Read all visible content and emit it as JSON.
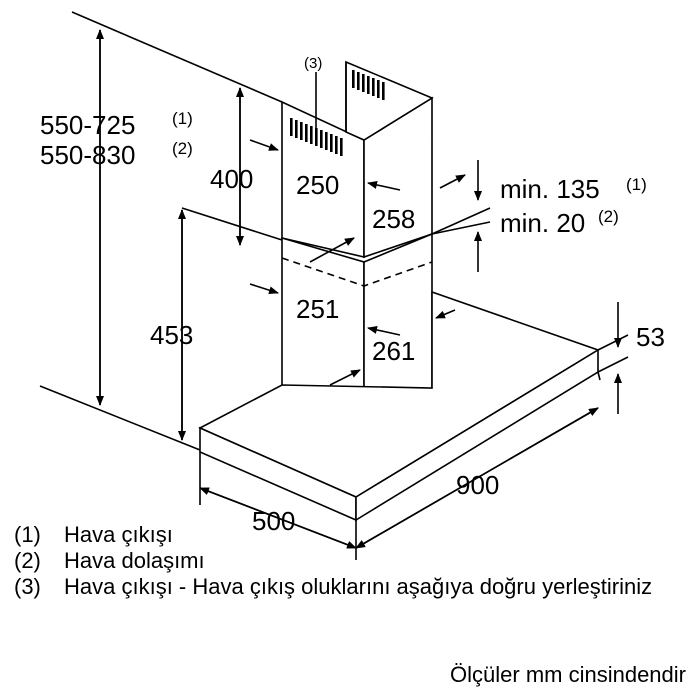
{
  "diagram": {
    "dimensions": {
      "total_height": "550-725",
      "total_height_ref": "(1)",
      "total_height_alt": "550-830",
      "total_height_alt_ref": "(2)",
      "upper_chimney": "400",
      "upper_width": "250",
      "upper_depth": "258",
      "lower_width": "251",
      "lower_depth": "261",
      "lower_height": "453",
      "gap_outlet": "min. 135",
      "gap_outlet_ref": "(1)",
      "gap_circulation": "min. 20",
      "gap_circulation_ref": "(2)",
      "hood_thickness": "53",
      "hood_width": "900",
      "hood_depth": "500",
      "vent_ref": "(3)"
    }
  },
  "legend": [
    {
      "num": "(1)",
      "text": "Hava çıkışı"
    },
    {
      "num": "(2)",
      "text": "Hava dolaşımı"
    },
    {
      "num": "(3)",
      "text": "Hava çıkışı - Hava çıkış oluklarını aşağıya doğru yerleştiriniz"
    }
  ],
  "note": "Ölçüler mm cinsindendir"
}
